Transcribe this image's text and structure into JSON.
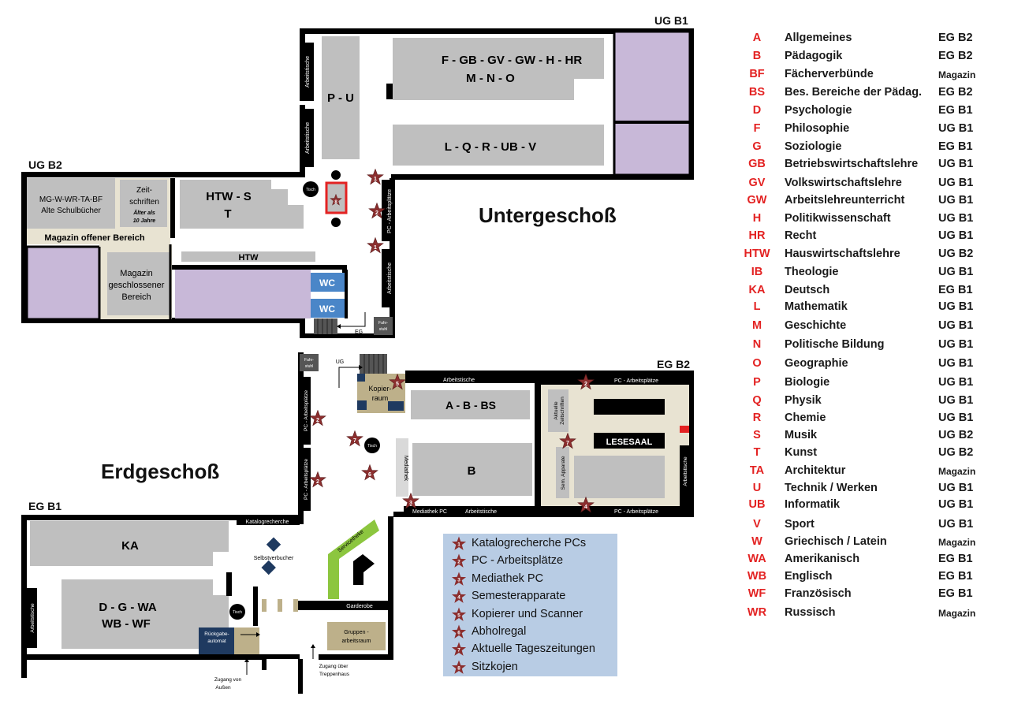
{
  "floors": {
    "ug_b1": "UG B1",
    "ug_b2": "UG B2",
    "eg_b2": "EG B2",
    "eg_b1": "EG B1",
    "untergeschoss": "Untergeschoß",
    "erdgeschoss": "Erdgeschoß"
  },
  "rooms": {
    "fgb": "F - GB - GV - GW - H - HR",
    "mno": "M - N - O",
    "lq": "L - Q - R - UB - V",
    "pu": "P - U",
    "htw_s": "HTW - S",
    "t": "T",
    "htw": "HTW",
    "mgw_1": "MG-W-WR-TA-BF",
    "mgw_2": "Alte Schulbücher",
    "zeit_1": "Zeit-",
    "zeit_2": "schriften",
    "zeit_3": "Älter als",
    "zeit_4": "10 Jahre",
    "mag_offen": "Magazin offener Bereich",
    "mag_geschl_1": "Magazin",
    "mag_geschl_2": "geschlossener",
    "mag_geschl_3": "Bereich",
    "wc": "WC",
    "arbeitstische": "Arbeitstische",
    "pc_arbeitsplaetze": "PC - Arbeitsplätze",
    "tisch": "Tisch",
    "fahrstuhl_1": "Fahr-",
    "fahrstuhl_2": "stuhl",
    "eg": "EG",
    "ug": "UG",
    "kopier_1": "Kopier-",
    "kopier_2": "raum",
    "abbs": "A - B - BS",
    "b": "B",
    "mediathek": "Mediathek",
    "mediathek_pc": "Mediathek PC",
    "aktuelle_1": "Aktuelle",
    "aktuelle_2": "Zeitschriften",
    "lesesaal": "LESESAAL",
    "sem_apparate": "Sem. Apparate",
    "katalogrecherche": "Katalogrecherche",
    "ka": "KA",
    "dgwa": "D - G - WA",
    "wbwf": "WB - WF",
    "selbstverbucher": "Selbstverbucher",
    "servicetheke": "Servicetheke",
    "garderobe": "Garderobe",
    "rueckgabe_1": "Rückgabe-",
    "rueckgabe_2": "automat",
    "gruppen_1": "Gruppen -",
    "gruppen_2": "arbeitsraum",
    "zugang_aussen_1": "Zugang von",
    "zugang_aussen_2": "Außen",
    "zugang_treppe_1": "Zugang über",
    "zugang_treppe_2": "Treppenhaus"
  },
  "star_numbers": [
    "1",
    "2",
    "3",
    "4",
    "5",
    "6",
    "7",
    "8"
  ],
  "symbol_legend": [
    {
      "num": "1",
      "label": "Katalogrecherche PCs"
    },
    {
      "num": "2",
      "label": "PC - Arbeitsplätze"
    },
    {
      "num": "3",
      "label": "Mediathek PC"
    },
    {
      "num": "4",
      "label": "Semesterapparate"
    },
    {
      "num": "5",
      "label": "Kopierer und Scanner"
    },
    {
      "num": "6",
      "label": "Abholregal"
    },
    {
      "num": "7",
      "label": "Aktuelle Tageszeitungen"
    },
    {
      "num": "8",
      "label": "Sitzkojen"
    }
  ],
  "subject_legend": [
    {
      "code": "A",
      "name": "Allgemeines",
      "location": "EG B2"
    },
    {
      "code": "B",
      "name": "Pädagogik",
      "location": "EG B2"
    },
    {
      "code": "BF",
      "name": "Fächerverbünde",
      "location": "Magazin"
    },
    {
      "code": "BS",
      "name": "Bes. Bereiche der Pädag.",
      "location": "EG B2"
    },
    {
      "code": "D",
      "name": "Psychologie",
      "location": "EG B1"
    },
    {
      "code": "F",
      "name": "Philosophie",
      "location": "UG B1"
    },
    {
      "code": "G",
      "name": "Soziologie",
      "location": "EG B1"
    },
    {
      "code": "GB",
      "name": "Betriebswirtschaftslehre",
      "location": "UG B1"
    },
    {
      "code": "GV",
      "name": "Volkswirtschaftslehre",
      "location": "UG B1"
    },
    {
      "code": "GW",
      "name": "Arbeitslehreunterricht",
      "location": "UG B1"
    },
    {
      "code": "H",
      "name": "Politikwissenschaft",
      "location": "UG B1"
    },
    {
      "code": "HR",
      "name": "Recht",
      "location": "UG B1"
    },
    {
      "code": "HTW",
      "name": "Hauswirtschaftslehre",
      "location": "UG B2"
    },
    {
      "code": "IB",
      "name": "Theologie",
      "location": "UG B1"
    },
    {
      "code": "KA",
      "name": "Deutsch",
      "location": "EG B1"
    },
    {
      "code": "L",
      "name": "Mathematik",
      "location": "UG B1"
    },
    {
      "code": "M",
      "name": "Geschichte",
      "location": "UG B1"
    },
    {
      "code": "N",
      "name": "Politische Bildung",
      "location": "UG B1"
    },
    {
      "code": "O",
      "name": "Geographie",
      "location": "UG B1"
    },
    {
      "code": "P",
      "name": "Biologie",
      "location": "UG B1"
    },
    {
      "code": "Q",
      "name": "Physik",
      "location": "UG B1"
    },
    {
      "code": "R",
      "name": "Chemie",
      "location": "UG B1"
    },
    {
      "code": "S",
      "name": "Musik",
      "location": "UG B2"
    },
    {
      "code": "T",
      "name": "Kunst",
      "location": "UG B2"
    },
    {
      "code": "TA",
      "name": "Architektur",
      "location": "Magazin"
    },
    {
      "code": "U",
      "name": "Technik / Werken",
      "location": "UG B1"
    },
    {
      "code": "UB",
      "name": "Informatik",
      "location": "UG B1"
    },
    {
      "code": "V",
      "name": "Sport",
      "location": "UG B1"
    },
    {
      "code": "W",
      "name": "Griechisch / Latein",
      "location": "Magazin"
    },
    {
      "code": "WA",
      "name": "Amerikanisch",
      "location": "EG B1"
    },
    {
      "code": "WB",
      "name": "Englisch",
      "location": "EG B1"
    },
    {
      "code": "WF",
      "name": "Französisch",
      "location": "EG B1"
    },
    {
      "code": "WR",
      "name": "Russisch",
      "location": "Magazin"
    }
  ],
  "colors": {
    "wall": "#000000",
    "shelf": "#bfbfbf",
    "magazine_room": "#c8b8d8",
    "floor_beige": "#e8e3d2",
    "wc_blue": "#4a86c8",
    "star": "#8b2e2e",
    "servicetheke": "#8cc63f",
    "khaki": "#bdb08a",
    "navy": "#1f3a60",
    "legend_box": "#b8cce4",
    "code_red": "#e32222",
    "highlight": "#e32222"
  }
}
